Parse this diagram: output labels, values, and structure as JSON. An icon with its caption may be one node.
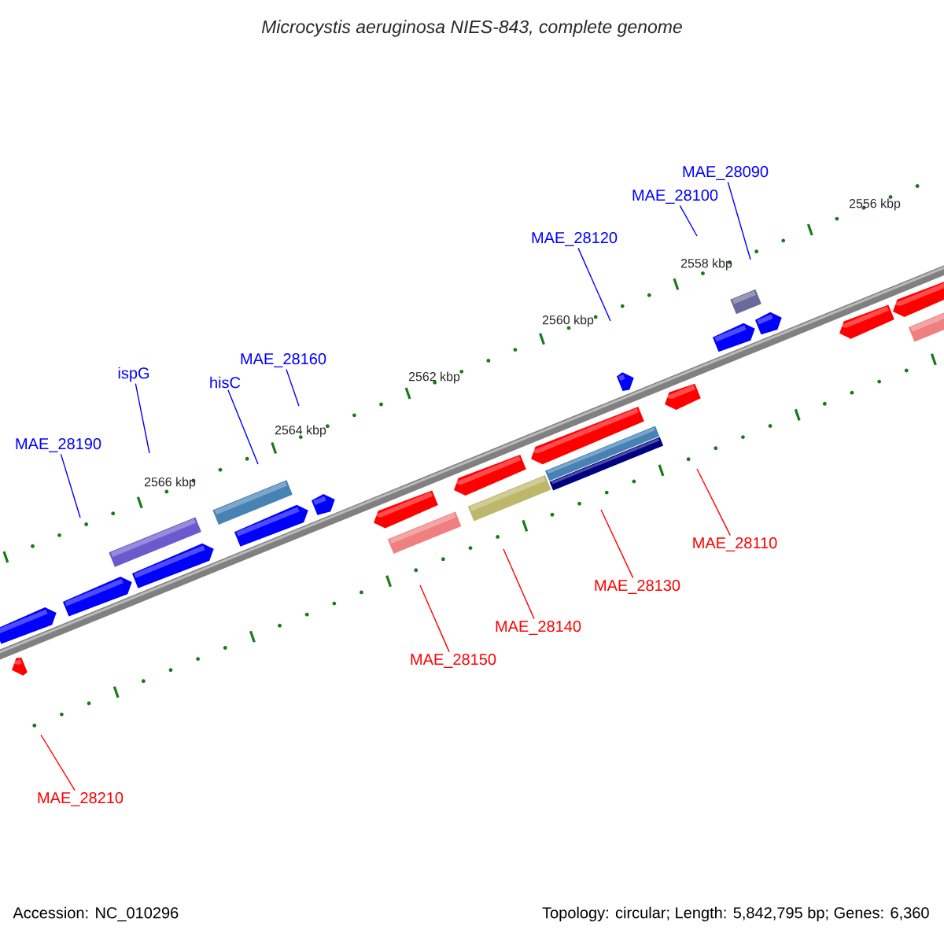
{
  "diagram": {
    "title": "Microcystis aeruginosa NIES-843, complete genome",
    "nodes": [
      {
        "text": [
          "MAE_28090"
        ]
      },
      {
        "text": [
          "MAE_28100"
        ]
      },
      {
        "text": [
          "MAE_28120"
        ]
      },
      {
        "text": [
          "MAE_28160"
        ]
      },
      {
        "text": [
          "hisC"
        ]
      },
      {
        "text": [
          "ispG"
        ]
      },
      {
        "text": [
          "MAE_28190"
        ]
      },
      {
        "text": [
          "MAE_28110"
        ]
      },
      {
        "text": [
          "MAE_28130"
        ]
      },
      {
        "text": [
          "MAE_28140"
        ]
      },
      {
        "text": [
          "MAE_28150"
        ]
      },
      {
        "text": [
          "MAE_28210"
        ]
      }
    ],
    "edges": [
      {
        "from": 0,
        "to": null,
        "arrow": "none"
      },
      {
        "from": 1,
        "to": null,
        "arrow": "none"
      },
      {
        "from": 2,
        "to": null,
        "arrow": "none"
      },
      {
        "from": 3,
        "to": null,
        "arrow": "none"
      },
      {
        "from": 4,
        "to": null,
        "arrow": "none"
      },
      {
        "from": 5,
        "to": null,
        "arrow": "none"
      },
      {
        "from": 6,
        "to": null,
        "arrow": "none"
      },
      {
        "from": 7,
        "to": null,
        "arrow": "none",
        "color": "#ff0000"
      },
      {
        "from": 8,
        "to": null,
        "arrow": "none",
        "color": "#ff0000"
      },
      {
        "from": 9,
        "to": null,
        "arrow": "none",
        "color": "#ff0000"
      },
      {
        "from": 10,
        "to": null,
        "arrow": "none",
        "color": "#ff0000"
      },
      {
        "from": 11,
        "to": null,
        "arrow": "none",
        "color": "#ff0000"
      }
    ],
    "labels": [
      "2556 kbp",
      "2558 kbp",
      "2560 kbp",
      "2562 kbp",
      "2564 kbp",
      "2566 kbp",
      "Accession: NC_010296",
      "Topology: circular; Length: 5,842,795 bp; Genes: 6,360"
    ]
  }
}
